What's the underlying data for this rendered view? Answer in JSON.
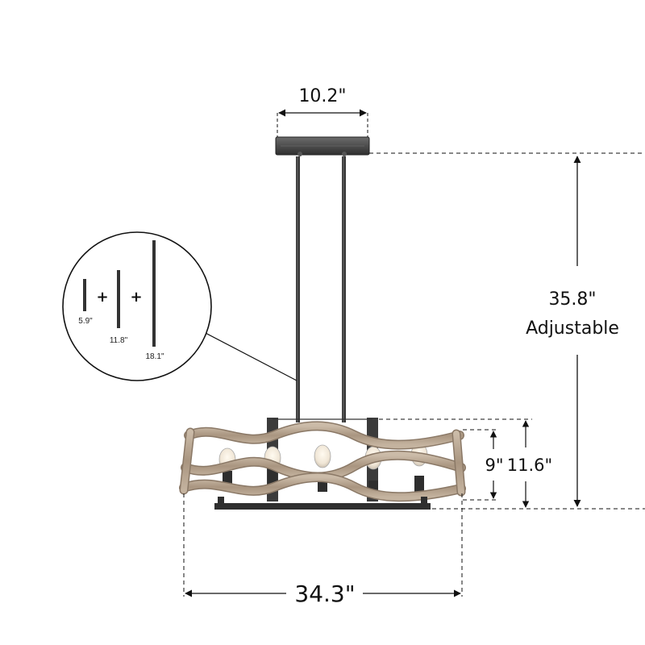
{
  "dimensions": {
    "canopy_width": "10.2\"",
    "overall_height": "35.8\"",
    "overall_height_note": "Adjustable",
    "shade_height": "9\"",
    "fixture_height": "11.6\"",
    "fixture_length": "34.3\""
  },
  "rods": {
    "plus_sign": "+",
    "lengths": [
      "5.9\"",
      "11.8\"",
      "18.1\""
    ]
  },
  "colors": {
    "line": "#111111",
    "metal": "#3a3a3a",
    "wood": "#b5a28e",
    "wood_dark": "#8a7866"
  }
}
